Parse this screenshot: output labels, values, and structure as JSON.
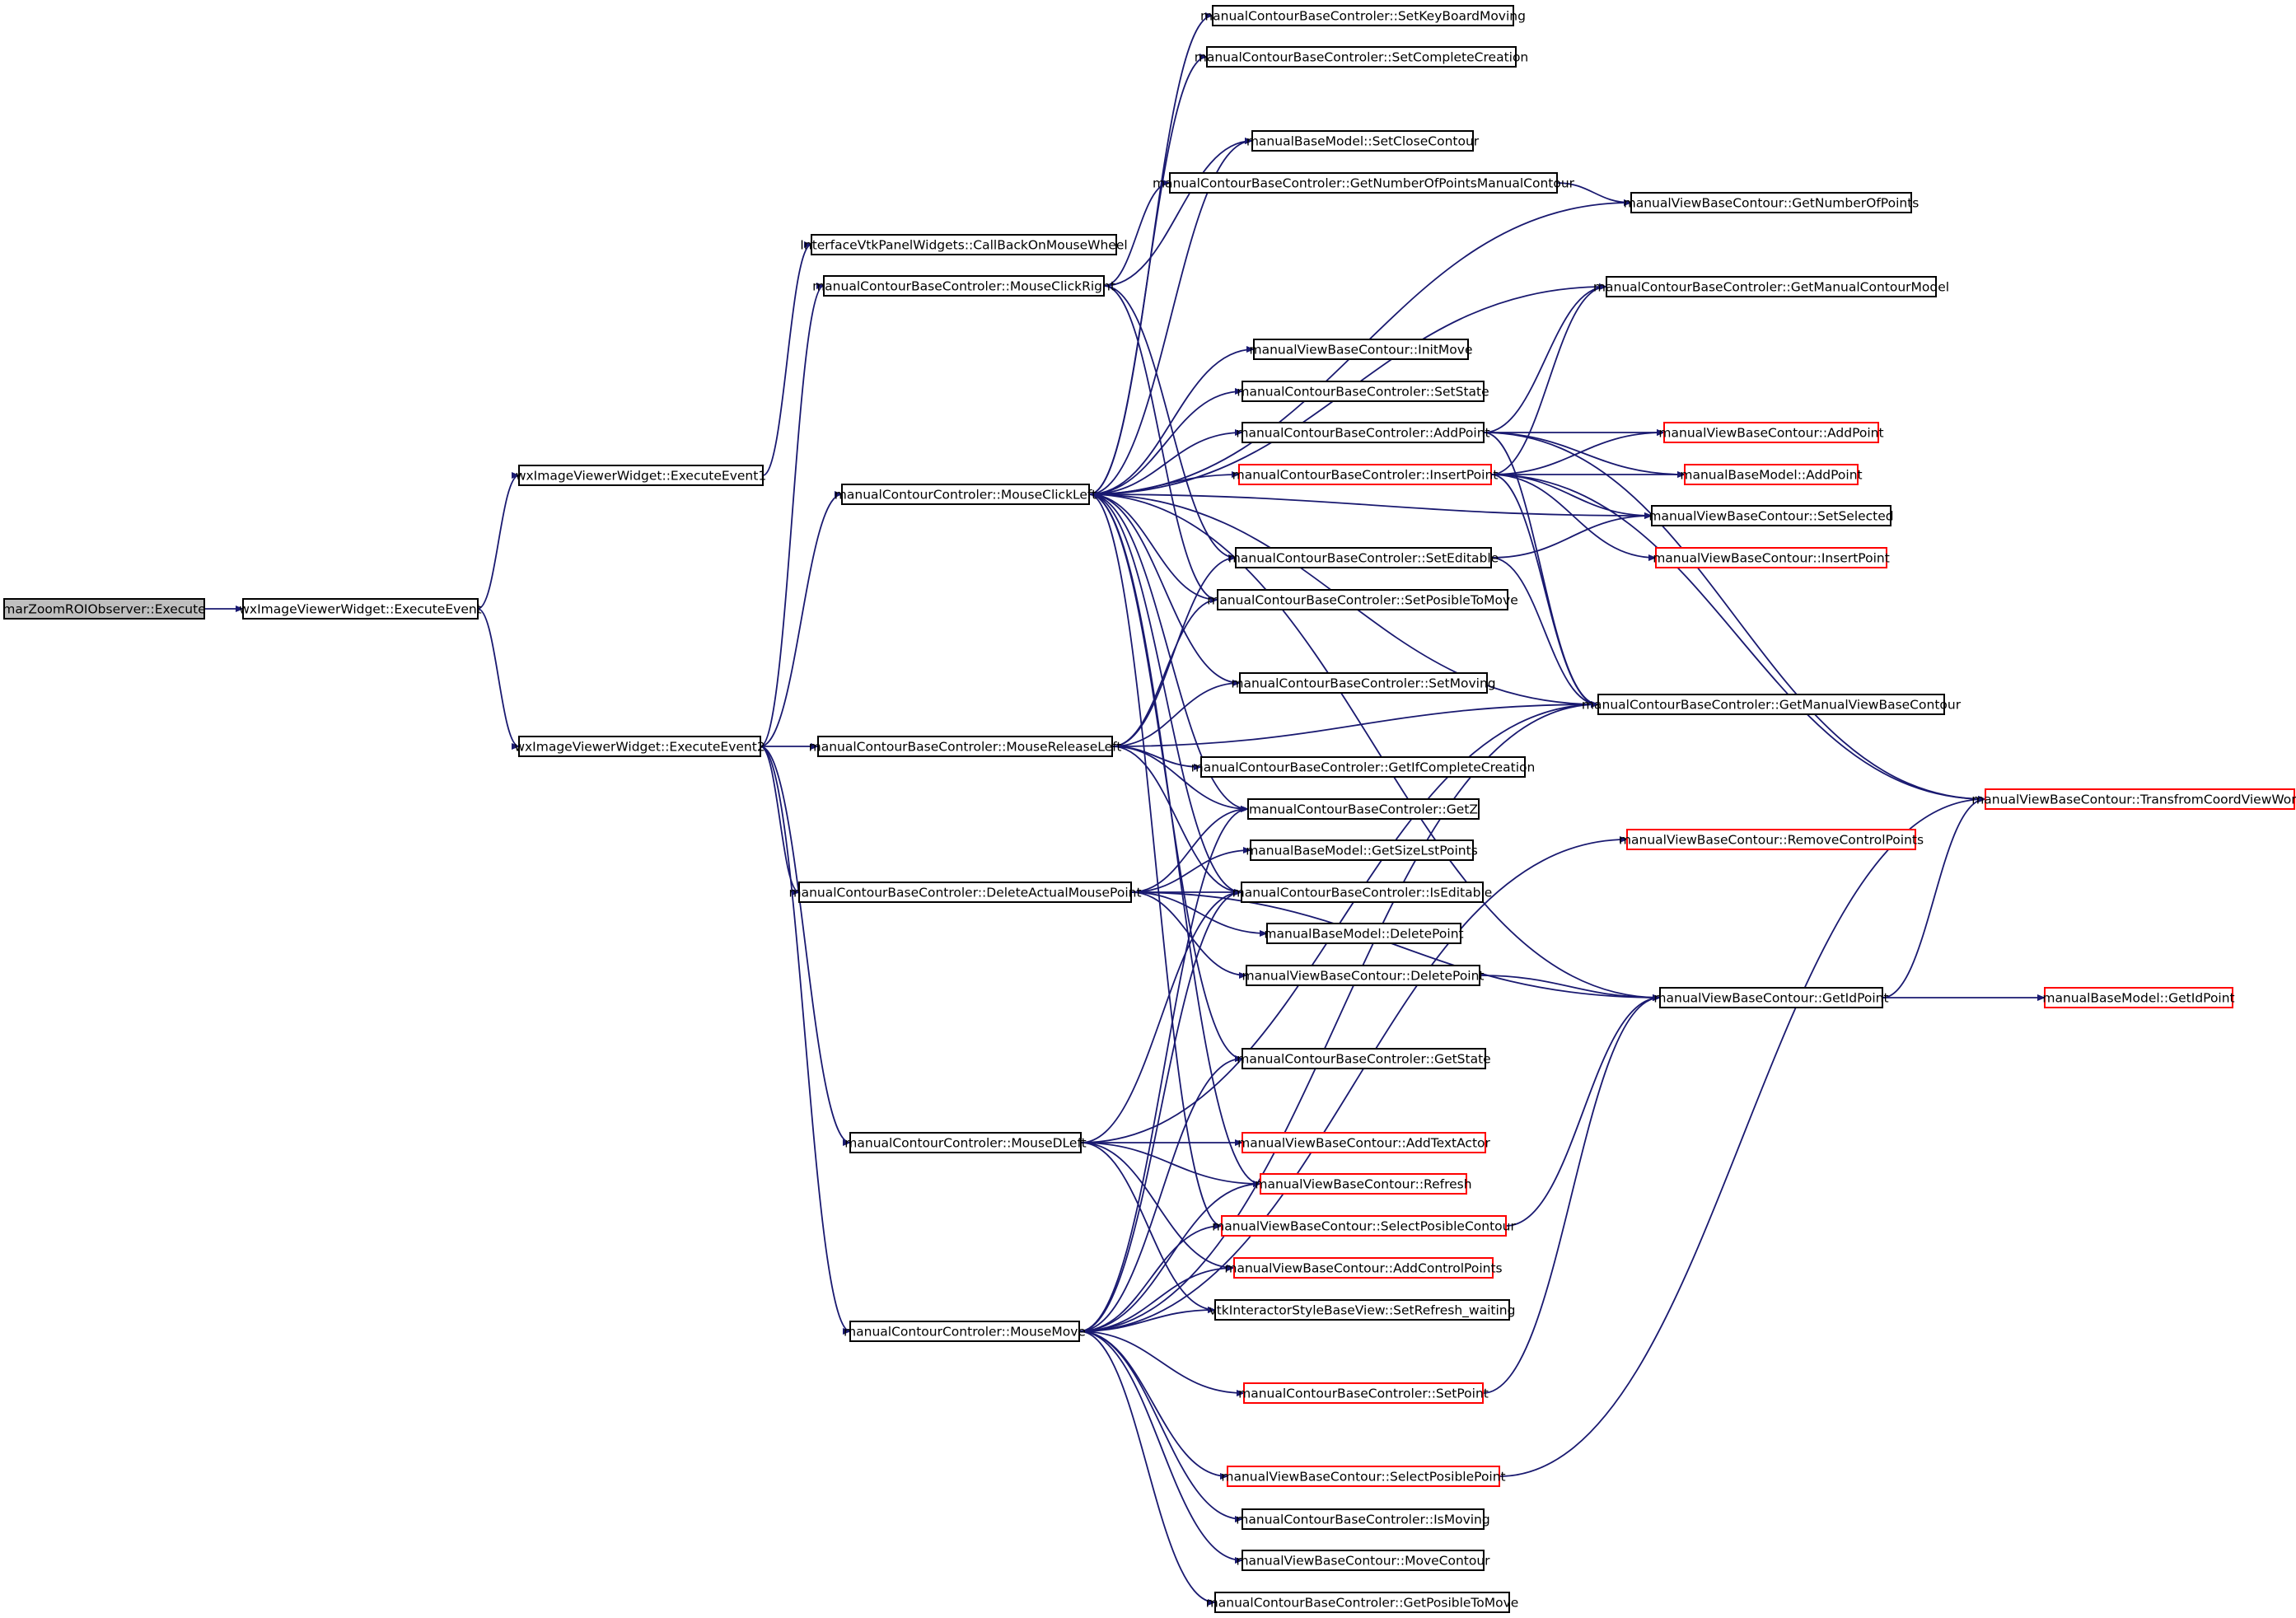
{
  "graph": {
    "edge_color": "#191970",
    "node_border_color": "#000000",
    "truncated_node_border_color": "#ff0000",
    "root_fill_color": "#bfbfbf",
    "nodes": [
      {
        "id": "root",
        "label": "marZoomROIObserver::Execute",
        "kind": "root"
      },
      {
        "id": "ee",
        "label": "wxImageViewerWidget::ExecuteEvent",
        "kind": "normal"
      },
      {
        "id": "ee1",
        "label": "wxImageViewerWidget::ExecuteEvent1",
        "kind": "normal"
      },
      {
        "id": "ee2",
        "label": "wxImageViewerWidget::ExecuteEvent2",
        "kind": "normal"
      },
      {
        "id": "cbwheel",
        "label": "InterfaceVtkPanelWidgets::CallBackOnMouseWheel",
        "kind": "normal"
      },
      {
        "id": "mcr",
        "label": "manualContourBaseControler::MouseClickRight",
        "kind": "normal"
      },
      {
        "id": "mcl",
        "label": "manualContourControler::MouseClickLeft",
        "kind": "normal"
      },
      {
        "id": "mrl",
        "label": "manualContourBaseControler::MouseReleaseLeft",
        "kind": "normal"
      },
      {
        "id": "damp",
        "label": "manualContourBaseControler::DeleteActualMousePoint",
        "kind": "normal"
      },
      {
        "id": "mdl",
        "label": "manualContourControler::MouseDLeft",
        "kind": "normal"
      },
      {
        "id": "mm",
        "label": "manualContourControler::MouseMove",
        "kind": "normal"
      },
      {
        "id": "skbm",
        "label": "manualContourBaseControler::SetKeyBoardMoving",
        "kind": "normal"
      },
      {
        "id": "scc",
        "label": "manualContourBaseControler::SetCompleteCreation",
        "kind": "normal"
      },
      {
        "id": "sclose",
        "label": "manualBaseModel::SetCloseContour",
        "kind": "normal"
      },
      {
        "id": "gnpmc",
        "label": "manualContourBaseControler::GetNumberOfPointsManualContour",
        "kind": "normal"
      },
      {
        "id": "initmove",
        "label": "manualViewBaseContour::InitMove",
        "kind": "normal"
      },
      {
        "id": "setstate",
        "label": "manualContourBaseControler::SetState",
        "kind": "normal"
      },
      {
        "id": "addpoint",
        "label": "manualContourBaseControler::AddPoint",
        "kind": "normal"
      },
      {
        "id": "insertpoint",
        "label": "manualContourBaseControler::InsertPoint",
        "kind": "red"
      },
      {
        "id": "seteditable",
        "label": "manualContourBaseControler::SetEditable",
        "kind": "normal"
      },
      {
        "id": "setposmove",
        "label": "manualContourBaseControler::SetPosibleToMove",
        "kind": "normal"
      },
      {
        "id": "setmoving",
        "label": "manualContourBaseControler::SetMoving",
        "kind": "normal"
      },
      {
        "id": "getifcc",
        "label": "manualContourBaseControler::GetIfCompleteCreation",
        "kind": "normal"
      },
      {
        "id": "getz",
        "label": "manualContourBaseControler::GetZ",
        "kind": "normal"
      },
      {
        "id": "getsizelst",
        "label": "manualBaseModel::GetSizeLstPoints",
        "kind": "normal"
      },
      {
        "id": "iseditable",
        "label": "manualContourBaseControler::IsEditable",
        "kind": "normal"
      },
      {
        "id": "mbm_delete",
        "label": "manualBaseModel::DeletePoint",
        "kind": "normal"
      },
      {
        "id": "mvbc_delete",
        "label": "manualViewBaseContour::DeletePoint",
        "kind": "normal"
      },
      {
        "id": "getstate",
        "label": "manualContourBaseControler::GetState",
        "kind": "normal"
      },
      {
        "id": "addtextactor",
        "label": "manualViewBaseContour::AddTextActor",
        "kind": "red"
      },
      {
        "id": "refresh",
        "label": "manualViewBaseContour::Refresh",
        "kind": "red"
      },
      {
        "id": "selposcontour",
        "label": "manualViewBaseContour::SelectPosibleContour",
        "kind": "red"
      },
      {
        "id": "addctrlpts",
        "label": "manualViewBaseContour::AddControlPoints",
        "kind": "red"
      },
      {
        "id": "setrefresh",
        "label": "vtkInteractorStyleBaseView::SetRefresh_waiting",
        "kind": "normal"
      },
      {
        "id": "setpoint",
        "label": "manualContourBaseControler::SetPoint",
        "kind": "red"
      },
      {
        "id": "selpospoint",
        "label": "manualViewBaseContour::SelectPosiblePoint",
        "kind": "red"
      },
      {
        "id": "ismoving",
        "label": "manualContourBaseControler::IsMoving",
        "kind": "normal"
      },
      {
        "id": "movecontour",
        "label": "manualViewBaseContour::MoveContour",
        "kind": "normal"
      },
      {
        "id": "getposmove",
        "label": "manualContourBaseControler::GetPosibleToMove",
        "kind": "normal"
      },
      {
        "id": "getnumpts",
        "label": "manualViewBaseContour::GetNumberOfPoints",
        "kind": "normal"
      },
      {
        "id": "getmcm",
        "label": "manualContourBaseControler::GetManualContourModel",
        "kind": "normal"
      },
      {
        "id": "mvbc_addpoint",
        "label": "manualViewBaseContour::AddPoint",
        "kind": "red"
      },
      {
        "id": "mbm_addpoint",
        "label": "manualBaseModel::AddPoint",
        "kind": "red"
      },
      {
        "id": "setselected",
        "label": "manualViewBaseContour::SetSelected",
        "kind": "normal"
      },
      {
        "id": "mvbc_insert",
        "label": "manualViewBaseContour::InsertPoint",
        "kind": "red"
      },
      {
        "id": "getmvbc",
        "label": "manualContourBaseControler::GetManualViewBaseContour",
        "kind": "normal"
      },
      {
        "id": "removectrl",
        "label": "manualViewBaseContour::RemoveControlPoints",
        "kind": "red"
      },
      {
        "id": "getidpoint",
        "label": "manualViewBaseContour::GetIdPoint",
        "kind": "normal"
      },
      {
        "id": "transform",
        "label": "manualViewBaseContour::TransfromCoordViewWorld",
        "kind": "red"
      },
      {
        "id": "mbm_getid",
        "label": "manualBaseModel::GetIdPoint",
        "kind": "red"
      }
    ],
    "edges": [
      [
        "root",
        "ee"
      ],
      [
        "ee",
        "ee1"
      ],
      [
        "ee",
        "ee2"
      ],
      [
        "ee1",
        "cbwheel"
      ],
      [
        "ee2",
        "mcr"
      ],
      [
        "ee2",
        "mcl"
      ],
      [
        "ee2",
        "mrl"
      ],
      [
        "ee2",
        "damp"
      ],
      [
        "ee2",
        "mdl"
      ],
      [
        "ee2",
        "mm"
      ],
      [
        "mcr",
        "sclose"
      ],
      [
        "mcr",
        "gnpmc"
      ],
      [
        "mcr",
        "seteditable"
      ],
      [
        "mcr",
        "setposmove"
      ],
      [
        "mcl",
        "skbm"
      ],
      [
        "mcl",
        "scc"
      ],
      [
        "mcl",
        "sclose"
      ],
      [
        "mcl",
        "getnumpts"
      ],
      [
        "mcl",
        "getmcm"
      ],
      [
        "mcl",
        "initmove"
      ],
      [
        "mcl",
        "setstate"
      ],
      [
        "mcl",
        "addpoint"
      ],
      [
        "mcl",
        "insertpoint"
      ],
      [
        "mcl",
        "setposmove"
      ],
      [
        "mcl",
        "setmoving"
      ],
      [
        "mcl",
        "getz"
      ],
      [
        "mcl",
        "iseditable"
      ],
      [
        "mcl",
        "getstate"
      ],
      [
        "mcl",
        "refresh"
      ],
      [
        "mcl",
        "selposcontour"
      ],
      [
        "mcl",
        "getmvbc"
      ],
      [
        "mcl",
        "getidpoint"
      ],
      [
        "mcl",
        "setselected"
      ],
      [
        "mrl",
        "seteditable"
      ],
      [
        "mrl",
        "setposmove"
      ],
      [
        "mrl",
        "setmoving"
      ],
      [
        "mrl",
        "getifcc"
      ],
      [
        "mrl",
        "getz"
      ],
      [
        "mrl",
        "iseditable"
      ],
      [
        "mrl",
        "getmvbc"
      ],
      [
        "damp",
        "getz"
      ],
      [
        "damp",
        "getsizelst"
      ],
      [
        "damp",
        "iseditable"
      ],
      [
        "damp",
        "mbm_delete"
      ],
      [
        "damp",
        "mvbc_delete"
      ],
      [
        "damp",
        "getidpoint"
      ],
      [
        "mdl",
        "iseditable"
      ],
      [
        "mdl",
        "addtextactor"
      ],
      [
        "mdl",
        "refresh"
      ],
      [
        "mdl",
        "addctrlpts"
      ],
      [
        "mdl",
        "setrefresh"
      ],
      [
        "mdl",
        "getmvbc"
      ],
      [
        "mm",
        "getz"
      ],
      [
        "mm",
        "iseditable"
      ],
      [
        "mm",
        "getstate"
      ],
      [
        "mm",
        "refresh"
      ],
      [
        "mm",
        "selposcontour"
      ],
      [
        "mm",
        "addctrlpts"
      ],
      [
        "mm",
        "setrefresh"
      ],
      [
        "mm",
        "setpoint"
      ],
      [
        "mm",
        "selpospoint"
      ],
      [
        "mm",
        "ismoving"
      ],
      [
        "mm",
        "movecontour"
      ],
      [
        "mm",
        "getposmove"
      ],
      [
        "mm",
        "getmvbc"
      ],
      [
        "mm",
        "removectrl"
      ],
      [
        "gnpmc",
        "getnumpts"
      ],
      [
        "addpoint",
        "mvbc_addpoint"
      ],
      [
        "addpoint",
        "mbm_addpoint"
      ],
      [
        "addpoint",
        "getmcm"
      ],
      [
        "addpoint",
        "getmvbc"
      ],
      [
        "addpoint",
        "transform"
      ],
      [
        "insertpoint",
        "mvbc_addpoint"
      ],
      [
        "insertpoint",
        "mbm_addpoint"
      ],
      [
        "insertpoint",
        "setselected"
      ],
      [
        "insertpoint",
        "mvbc_insert"
      ],
      [
        "insertpoint",
        "getmcm"
      ],
      [
        "insertpoint",
        "getmvbc"
      ],
      [
        "insertpoint",
        "transform"
      ],
      [
        "seteditable",
        "setselected"
      ],
      [
        "seteditable",
        "getmvbc"
      ],
      [
        "mvbc_delete",
        "getidpoint"
      ],
      [
        "getidpoint",
        "transform"
      ],
      [
        "getidpoint",
        "mbm_getid"
      ],
      [
        "selposcontour",
        "getidpoint"
      ],
      [
        "selpospoint",
        "transform"
      ],
      [
        "setpoint",
        "getidpoint"
      ]
    ]
  }
}
